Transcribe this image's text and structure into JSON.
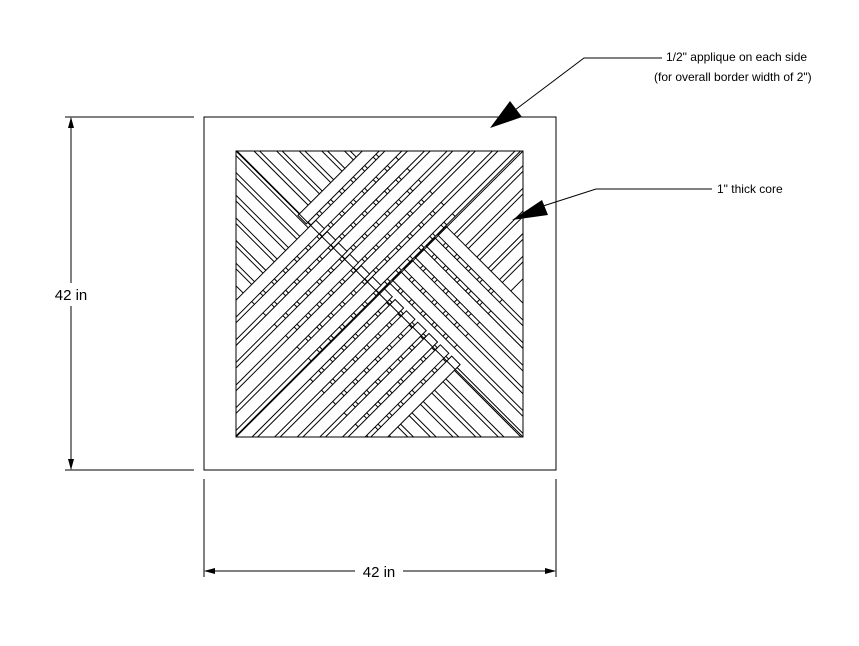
{
  "annotations": {
    "applique_line1": "1/2\" applique on each side",
    "applique_line2": "(for overall border width of 2\")",
    "core": "1\" thick core"
  },
  "dimensions": {
    "height": "42 in",
    "width": "42 in"
  },
  "colors": {
    "ink": "#000000",
    "paper": "#ffffff"
  }
}
